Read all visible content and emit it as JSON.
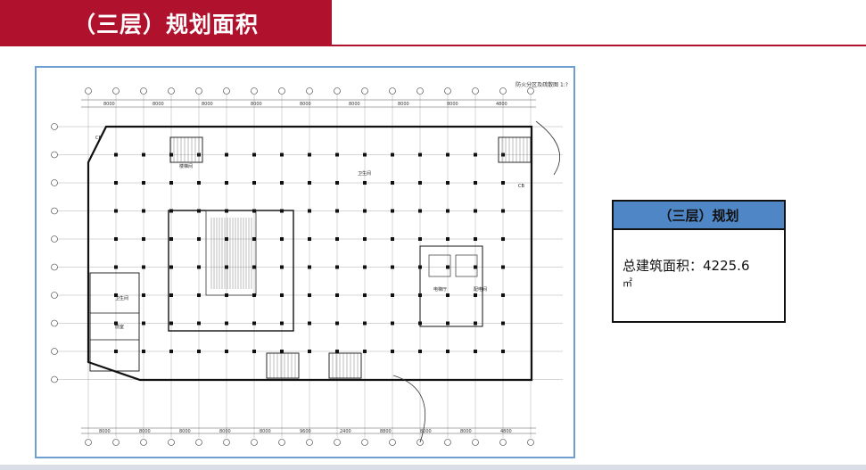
{
  "header": {
    "title": "（三层）规划面积"
  },
  "plan": {
    "caption": "防火分区及疏散图 1:?",
    "dimensions_top": [
      "8000",
      "8000",
      "8000",
      "8000",
      "8000",
      "8000",
      "8000",
      "8000",
      "4800"
    ],
    "dimensions_bottom": [
      "8000",
      "8000",
      "8000",
      "8000",
      "8000",
      "9600",
      "2400",
      "8800",
      "8000",
      "8000",
      "4800"
    ],
    "room_labels": [
      "CB",
      "CB",
      "卫生间",
      "前室",
      "楼梯间",
      "电梯厅",
      "配电间",
      "卫生间"
    ]
  },
  "info": {
    "heading": "（三层）规划",
    "area_label": "总建筑面积：4225.6",
    "area_unit": "㎡"
  }
}
